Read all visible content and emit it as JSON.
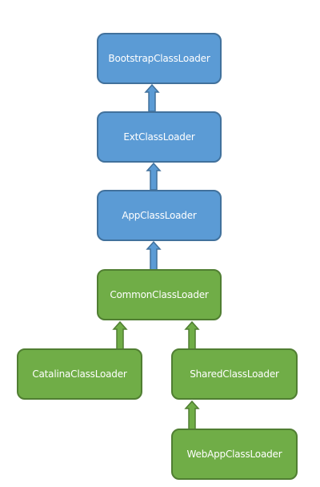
{
  "colors": {
    "blue_fill": "#5b9bd5",
    "blue_border": "#41719c",
    "green_fill": "#70ad47",
    "green_border": "#507e32",
    "text": "#ffffff"
  },
  "nodes": {
    "bootstrap": {
      "label": "BootstrapClassLoader",
      "color": "blue"
    },
    "ext": {
      "label": "ExtClassLoader",
      "color": "blue"
    },
    "app": {
      "label": "AppClassLoader",
      "color": "blue"
    },
    "common": {
      "label": "CommonClassLoader",
      "color": "green"
    },
    "catalina": {
      "label": "CatalinaClassLoader",
      "color": "green"
    },
    "shared": {
      "label": "SharedClassLoader",
      "color": "green"
    },
    "webapp": {
      "label": "WebAppClassLoader",
      "color": "green"
    }
  },
  "edges": [
    {
      "from": "ext",
      "to": "bootstrap"
    },
    {
      "from": "app",
      "to": "ext"
    },
    {
      "from": "common",
      "to": "app"
    },
    {
      "from": "catalina",
      "to": "common"
    },
    {
      "from": "shared",
      "to": "common"
    },
    {
      "from": "webapp",
      "to": "shared"
    }
  ]
}
